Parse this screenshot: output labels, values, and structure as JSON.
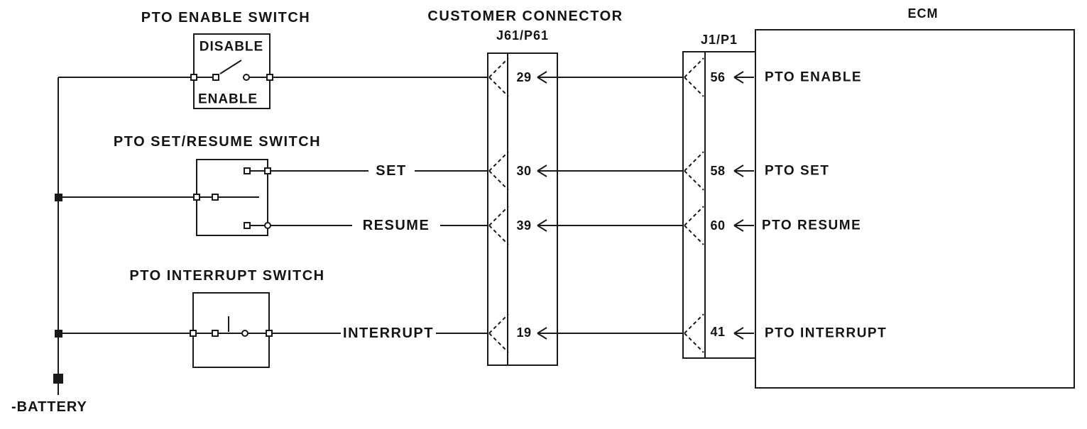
{
  "colors": {
    "line": "#1a1a1a",
    "text": "#141414",
    "background": "#ffffff"
  },
  "battery": {
    "label": "-BATTERY"
  },
  "switches": {
    "enable": {
      "title": "PTO ENABLE SWITCH",
      "top": "DISABLE",
      "bottom": "ENABLE"
    },
    "set_resume": {
      "title": "PTO SET/RESUME SWITCH",
      "set_label": "SET",
      "resume_label": "RESUME"
    },
    "interrupt": {
      "title": "PTO INTERRUPT SWITCH",
      "wire_label": "INTERRUPT"
    }
  },
  "customer_connector": {
    "title": "CUSTOMER CONNECTOR",
    "designator": "J61/P61",
    "pins": [
      "29",
      "30",
      "39",
      "19"
    ]
  },
  "ecm_connector": {
    "designator": "J1/P1",
    "pins": [
      "56",
      "58",
      "60",
      "41"
    ]
  },
  "ecm": {
    "title": "ECM",
    "signals": [
      "PTO ENABLE",
      "PTO SET",
      "PTO RESUME",
      "PTO INTERRUPT"
    ]
  }
}
